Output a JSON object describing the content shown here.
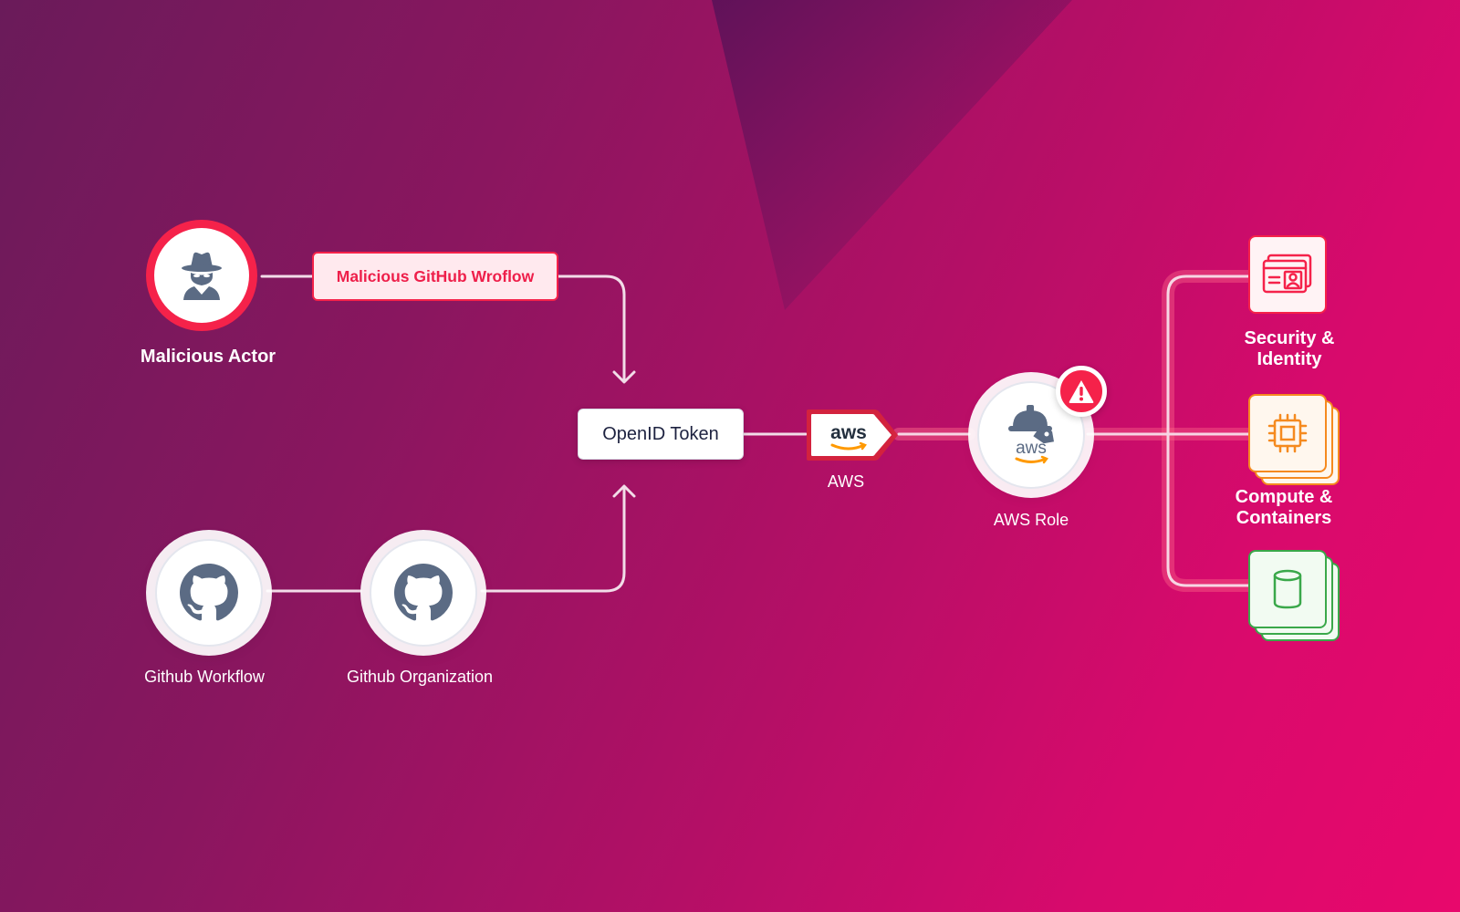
{
  "nodes": {
    "malicious_actor": {
      "label": "Malicious Actor",
      "icon": "spy-icon"
    },
    "malicious_workflow": {
      "label": "Malicious GitHub Wroflow"
    },
    "openid_token": {
      "label": "OpenID Token"
    },
    "aws": {
      "label": "AWS",
      "logo_text": "aws",
      "icon": "aws-logo-icon"
    },
    "aws_role": {
      "label": "AWS Role",
      "logo_text": "aws",
      "icon": "aws-role-icon",
      "alert": "warning-icon"
    },
    "github_workflow": {
      "label": "Github Workflow",
      "icon": "github-icon"
    },
    "github_organization": {
      "label": "Github Organization",
      "icon": "github-icon"
    },
    "security_identity": {
      "label": "Security & Identity",
      "icon": "identity-card-icon"
    },
    "compute_containers": {
      "label": "Compute & Containers",
      "icon": "chip-icon"
    },
    "database": {
      "label": "",
      "icon": "database-icon"
    }
  },
  "colors": {
    "alert_red": "#f5224a",
    "compute_orange": "#f58a1f",
    "database_green": "#3aa84a",
    "icon_slate": "#5b6b84",
    "aws_orange": "#ff9900"
  }
}
